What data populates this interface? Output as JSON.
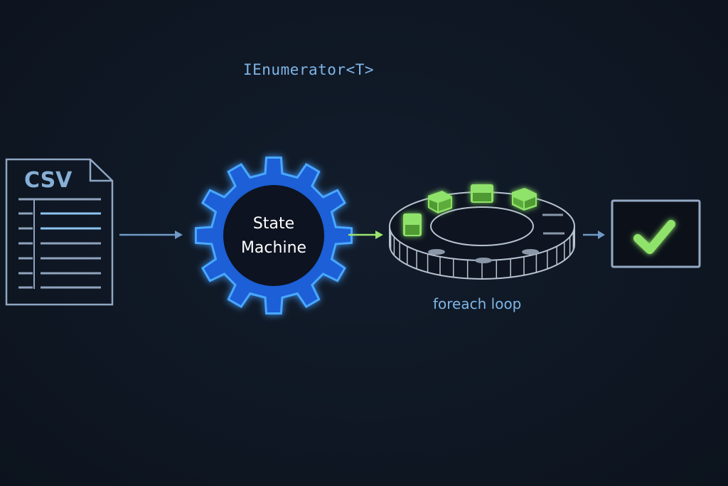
{
  "diagram": {
    "title": "IEnumerator<T>",
    "nodes": [
      {
        "id": "csv",
        "label": "CSV",
        "icon": "csv-file-icon"
      },
      {
        "id": "state_machine",
        "label_line1": "State",
        "label_line2": "Machine",
        "icon": "gear-icon"
      },
      {
        "id": "foreach",
        "label": "foreach loop",
        "icon": "loop-ring-icon"
      },
      {
        "id": "done",
        "label": "",
        "icon": "checkmark-icon"
      }
    ],
    "edges": [
      {
        "from": "csv",
        "to": "state_machine"
      },
      {
        "from": "state_machine",
        "to": "foreach"
      },
      {
        "from": "foreach",
        "to": "done"
      }
    ],
    "colors": {
      "background": "#0f1724",
      "accent_blue": "#7fb5e6",
      "gear_blue": "#1f5fd6",
      "gear_glow": "#4aa8ff",
      "green": "#8fe36a",
      "outline_gray": "#8fa3bd"
    }
  }
}
